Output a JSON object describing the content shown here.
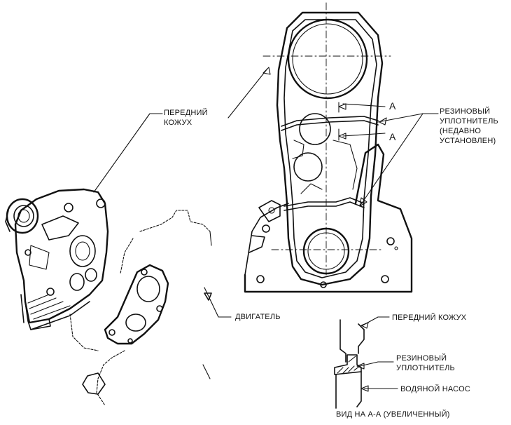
{
  "labels": {
    "front_cover": [
      "ПЕРЕДНИЙ",
      "КОЖУХ"
    ],
    "engine": "ДВИГАТЕЛЬ",
    "rubber_seal_main": [
      "РЕЗИНОВЫЙ",
      "УПЛОТНИТЕЛЬ",
      "(НЕДАВНО",
      "УСТАНОВЛЕН)"
    ],
    "section_a_upper": "A",
    "section_a_lower": "A",
    "detail_front_cover": "ПЕРЕДНИЙ КОЖУХ",
    "detail_rubber_seal": [
      "РЕЗИНОВЫЙ",
      "УПЛОТНИТЕЛЬ"
    ],
    "detail_water_pump": "ВОДЯНОЙ НАСОС",
    "detail_caption": "ВИД НА А-А (УВЕЛИЧЕННЫЙ)"
  }
}
